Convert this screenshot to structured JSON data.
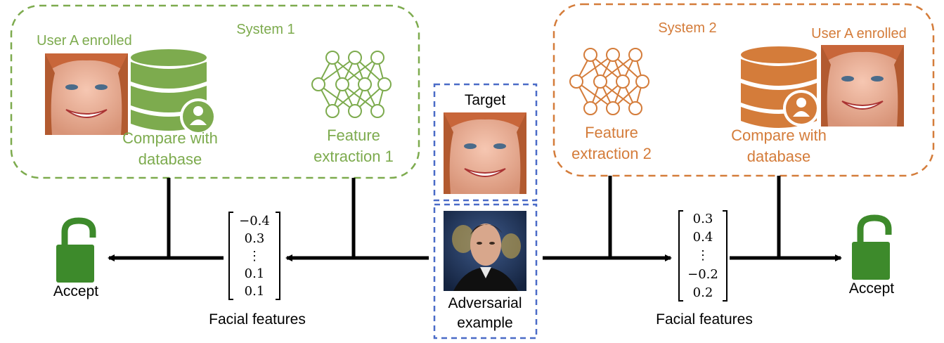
{
  "colors": {
    "system1": "#7dab4e",
    "system2": "#d47c3a",
    "center_box": "#4a6bc7",
    "lock": "#3d8a2b",
    "arrow": "#000000",
    "skin": "#f0b8a0"
  },
  "system1": {
    "title": "System 1",
    "enrolled_label": "User A enrolled",
    "compare_line1": "Compare with",
    "compare_line2": "database",
    "feature_line1": "Feature",
    "feature_line2": "extraction 1",
    "icons": [
      "face-photo",
      "database-user-icon",
      "neural-network-icon"
    ]
  },
  "system2": {
    "title": "System 2",
    "enrolled_label": "User A enrolled",
    "compare_line1": "Compare with",
    "compare_line2": "database",
    "feature_line1": "Feature",
    "feature_line2": "extraction 2",
    "icons": [
      "neural-network-icon",
      "database-user-icon",
      "face-photo"
    ]
  },
  "center": {
    "target_label": "Target",
    "adversarial_line1": "Adversarial",
    "adversarial_line2": "example"
  },
  "left_vector": {
    "values": [
      "−0.4",
      "0.3",
      "⋮",
      "0.1",
      "0.1"
    ],
    "caption": "Facial features"
  },
  "right_vector": {
    "values": [
      "0.3",
      "0.4",
      "⋮",
      "−0.2",
      "0.2"
    ],
    "caption": "Facial features"
  },
  "left_result": {
    "label": "Accept",
    "icon": "unlocked-padlock-icon"
  },
  "right_result": {
    "label": "Accept",
    "icon": "unlocked-padlock-icon"
  }
}
